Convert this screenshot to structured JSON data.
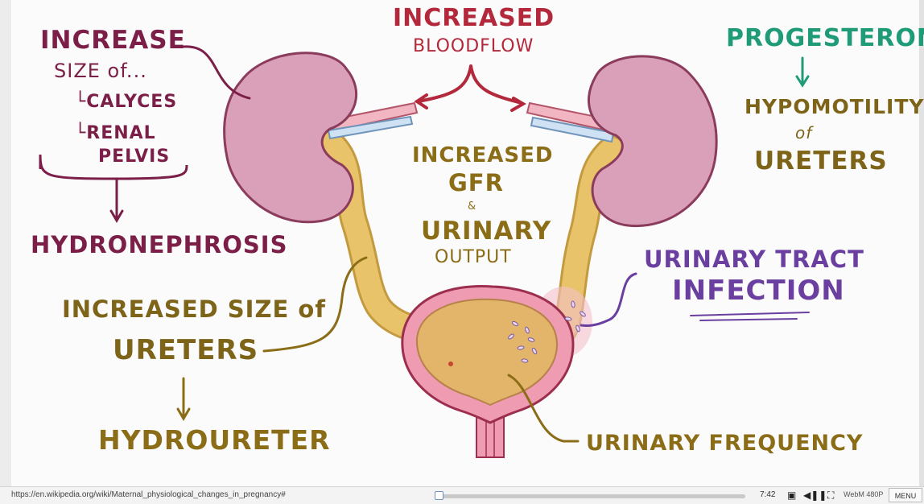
{
  "diagram": {
    "left": {
      "increase": "INCREASE",
      "size_of": "SIZE of...",
      "calyces": "CALYCES",
      "renal": "RENAL",
      "pelvis": "PELVIS",
      "hydronephrosis": "HYDRONEPHROSIS",
      "increased_size_of": "INCREASED SIZE of",
      "ureters": "URETERS",
      "hydroureter": "HYDROURETER"
    },
    "center": {
      "increased": "INCREASED",
      "bloodflow": "BLOODFLOW",
      "increased2": "INCREASED",
      "gfr": "GFR",
      "amp": "&",
      "urinary": "URINARY",
      "output": "OUTPUT"
    },
    "right": {
      "progesterone": "PROGESTERONE",
      "hypomotility": "HYPOMOTILITY",
      "of": "of",
      "ureters": "URETERS",
      "uti_line1": "URINARY TRACT",
      "uti_line2": "INFECTION",
      "urinary_frequency": "URINARY FREQUENCY"
    },
    "colors": {
      "kidney": "#dba0b9",
      "ureter": "#e9c36a",
      "bladder_wall": "#ef9cb3",
      "bladder_inner": "#e3b56a"
    }
  },
  "player": {
    "url": "https://en.wikipedia.org/wiki/Maternal_physiological_changes_in_pregnancy#",
    "progress": 0.02,
    "time": "7:42",
    "format": "WebM 480P",
    "menu_label": "MENU",
    "icons": [
      "captions-icon",
      "volume-icon",
      "fullscreen-icon"
    ]
  }
}
